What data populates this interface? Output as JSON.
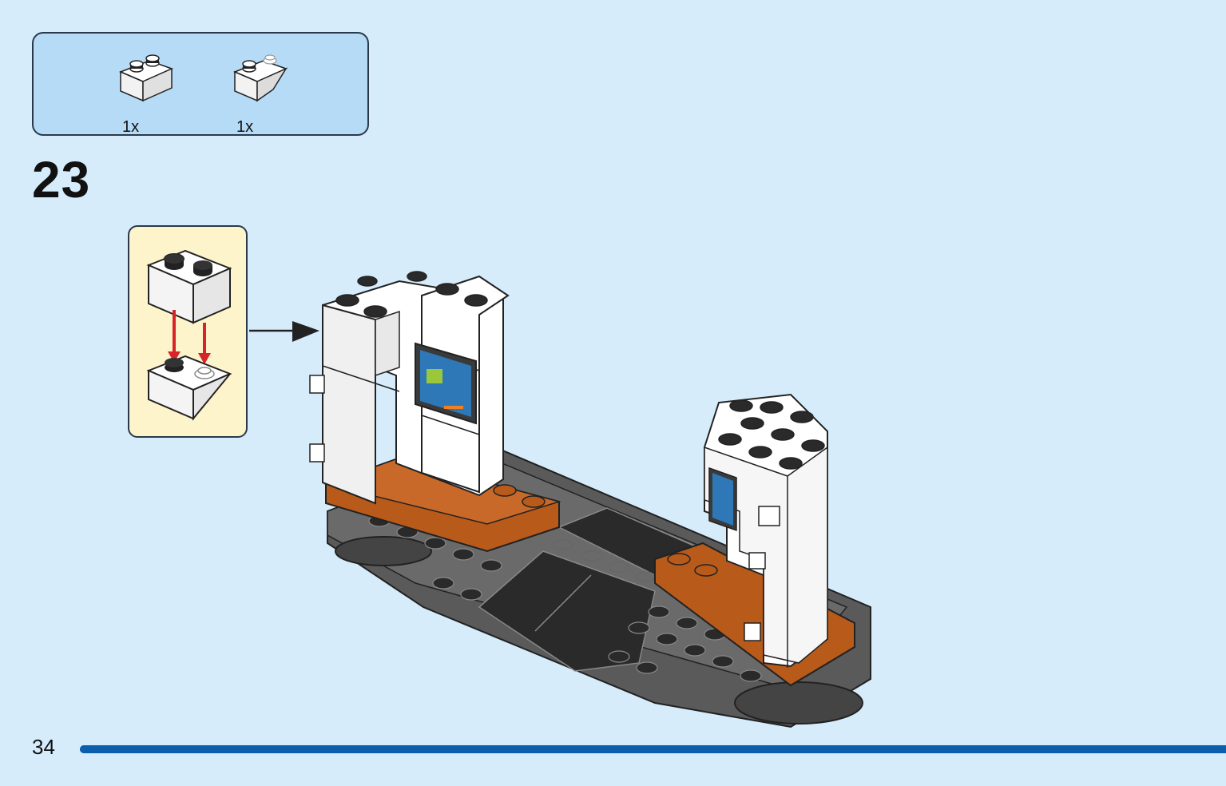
{
  "parts": [
    {
      "name": "white-brick-1x2",
      "quantity": "1x",
      "color": "#ffffff"
    },
    {
      "name": "white-slope-inverted-1x2",
      "quantity": "1x",
      "color": "#ffffff"
    }
  ],
  "step": {
    "number": "23"
  },
  "page": {
    "number": "34",
    "progress": 1.0
  },
  "colors": {
    "background": "#d6ecfb",
    "parts_box": "#b6dbf6",
    "callout": "#fdf4cc",
    "progress": "#0a5eab",
    "arrow": "#d8232a",
    "orange": "#b85a1a",
    "dark_gray": "#5a5a5a",
    "black": "#2a2a2a"
  }
}
